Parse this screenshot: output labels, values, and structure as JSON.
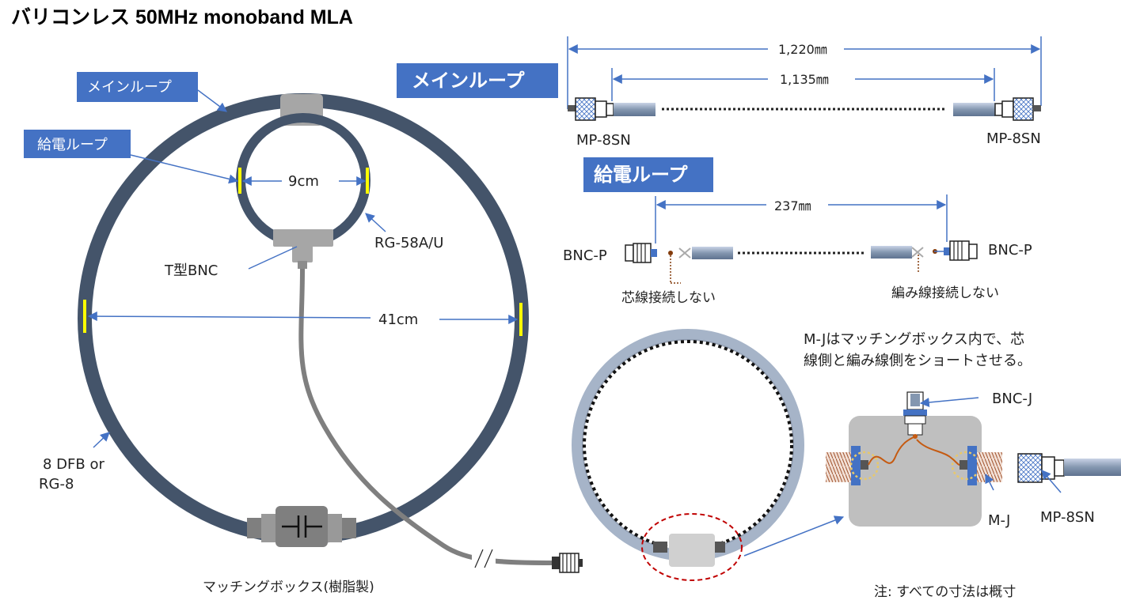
{
  "title": "バリコンレス 50MHz monoband MLA",
  "left_diagram": {
    "main_loop_label": "メインループ",
    "feed_loop_label": "給電ループ",
    "feed_loop_diameter": "9cm",
    "feed_loop_cable": "RG-58A/U",
    "tee_label": "T型BNC",
    "main_loop_diameter": "41cm",
    "main_cable_line1": "8 DFB or",
    "main_cable_line2": "RG-8",
    "matching_box_label": "マッチングボックス(樹脂製)"
  },
  "main_loop_section": {
    "heading": "メインループ",
    "overall_length": "1,220㎜",
    "inner_length": "1,135㎜",
    "left_connector": "MP-8SN",
    "right_connector": "MP-8SN"
  },
  "feed_loop_section": {
    "heading": "給電ループ",
    "length": "237㎜",
    "left_connector": "BNC-P",
    "right_connector": "BNC-P",
    "left_note": "芯線接続しない",
    "right_note": "編み線接続しない"
  },
  "matching_box_section": {
    "note_line1": "M-Jはマッチングボックス内で、芯",
    "note_line2": "線側と編み線側をショートさせる。",
    "bnc_label": "BNC-J",
    "mj_label": "M-J",
    "plug_label": "MP-8SN"
  },
  "footer_note": "注: すべての寸法は概寸",
  "colors": {
    "loop_dark": "#44546a",
    "accent_blue": "#4472c4",
    "box_grey": "#bfbfbf",
    "coax_grey": "#7f7f7f",
    "wire_orange": "#c55a11",
    "gap_yellow": "#ffff00",
    "dash_red": "#c00000"
  }
}
